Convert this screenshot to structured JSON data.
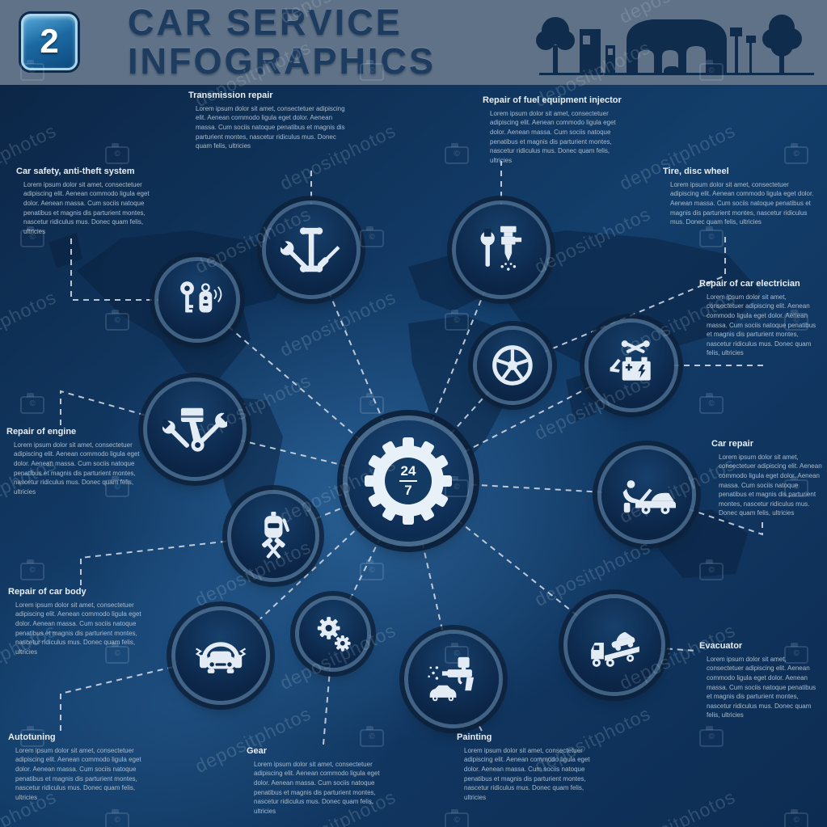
{
  "watermark": {
    "text": "depositphotos",
    "copyright": "©"
  },
  "header": {
    "badge": "2",
    "title_line1": "CAR SERVICE",
    "title_line2": "INFOGRAPHICS"
  },
  "hub": {
    "hours": "24",
    "days": "7"
  },
  "lorem": "Lorem ipsum dolor sit amet, consectetuer adipiscing elit. Aenean commodo ligula eget dolor. Aenean massa. Cum sociis natoque penatibus et magnis dis parturient montes, nascetur ridiculus mus. Donec quam felis, ultricies",
  "blocks": [
    {
      "title": "Transmission repair"
    },
    {
      "title": "Repair of fuel equipment injector"
    },
    {
      "title": "Car safety, anti-theft system"
    },
    {
      "title": "Tire, disc wheel"
    },
    {
      "title": "Repair of car electrician"
    },
    {
      "title": "Repair of engine"
    },
    {
      "title": "Car repair"
    },
    {
      "title": "Repair of car body"
    },
    {
      "title": "Autotuning"
    },
    {
      "title": "Gear"
    },
    {
      "title": "Painting"
    },
    {
      "title": "Evacuator"
    }
  ]
}
